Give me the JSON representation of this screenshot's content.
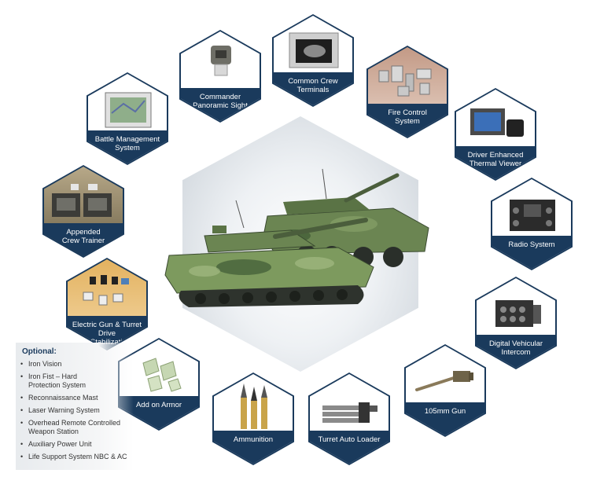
{
  "systems": [
    {
      "id": "commander-panoramic-sight",
      "label": "Commander\nPanoramic Sight"
    },
    {
      "id": "common-crew-terminals",
      "label": "Common Crew\nTerminals"
    },
    {
      "id": "fire-control-system",
      "label": "Fire Control\nSystem"
    },
    {
      "id": "battle-management-system",
      "label": "Battle Management\nSystem"
    },
    {
      "id": "driver-enhanced-thermal-viewer",
      "label": "Driver Enhanced\nThermal Viewer"
    },
    {
      "id": "appended-crew-trainer",
      "label": "Appended\nCrew Trainer"
    },
    {
      "id": "radio-system",
      "label": "Radio System"
    },
    {
      "id": "electric-gun-turret-drive",
      "label": "Electric Gun & Turret Drive\n& Stabilization"
    },
    {
      "id": "digital-vehicular-intercom",
      "label": "Digital Vehicular\nIntercom"
    },
    {
      "id": "add-on-armor",
      "label": "Add on Armor"
    },
    {
      "id": "ammunition",
      "label": "Ammunition"
    },
    {
      "id": "turret-auto-loader",
      "label": "Turret Auto Loader"
    },
    {
      "id": "105mm-gun",
      "label": "105mm Gun"
    }
  ],
  "optional": {
    "title": "Optional:",
    "items": [
      "Iron Vision",
      "Iron Fist – Hard\nProtection System",
      "Reconnaissance Mast",
      "Laser Warning System",
      "Overhead Remote Controlled\nWeapon Station",
      "Auxiliary Power Unit",
      "Life Support System NBC & AC"
    ]
  },
  "colors": {
    "navy": "#1a3a5c",
    "camo_dark": "#3f5a35",
    "camo_light": "#7d9a5e"
  }
}
